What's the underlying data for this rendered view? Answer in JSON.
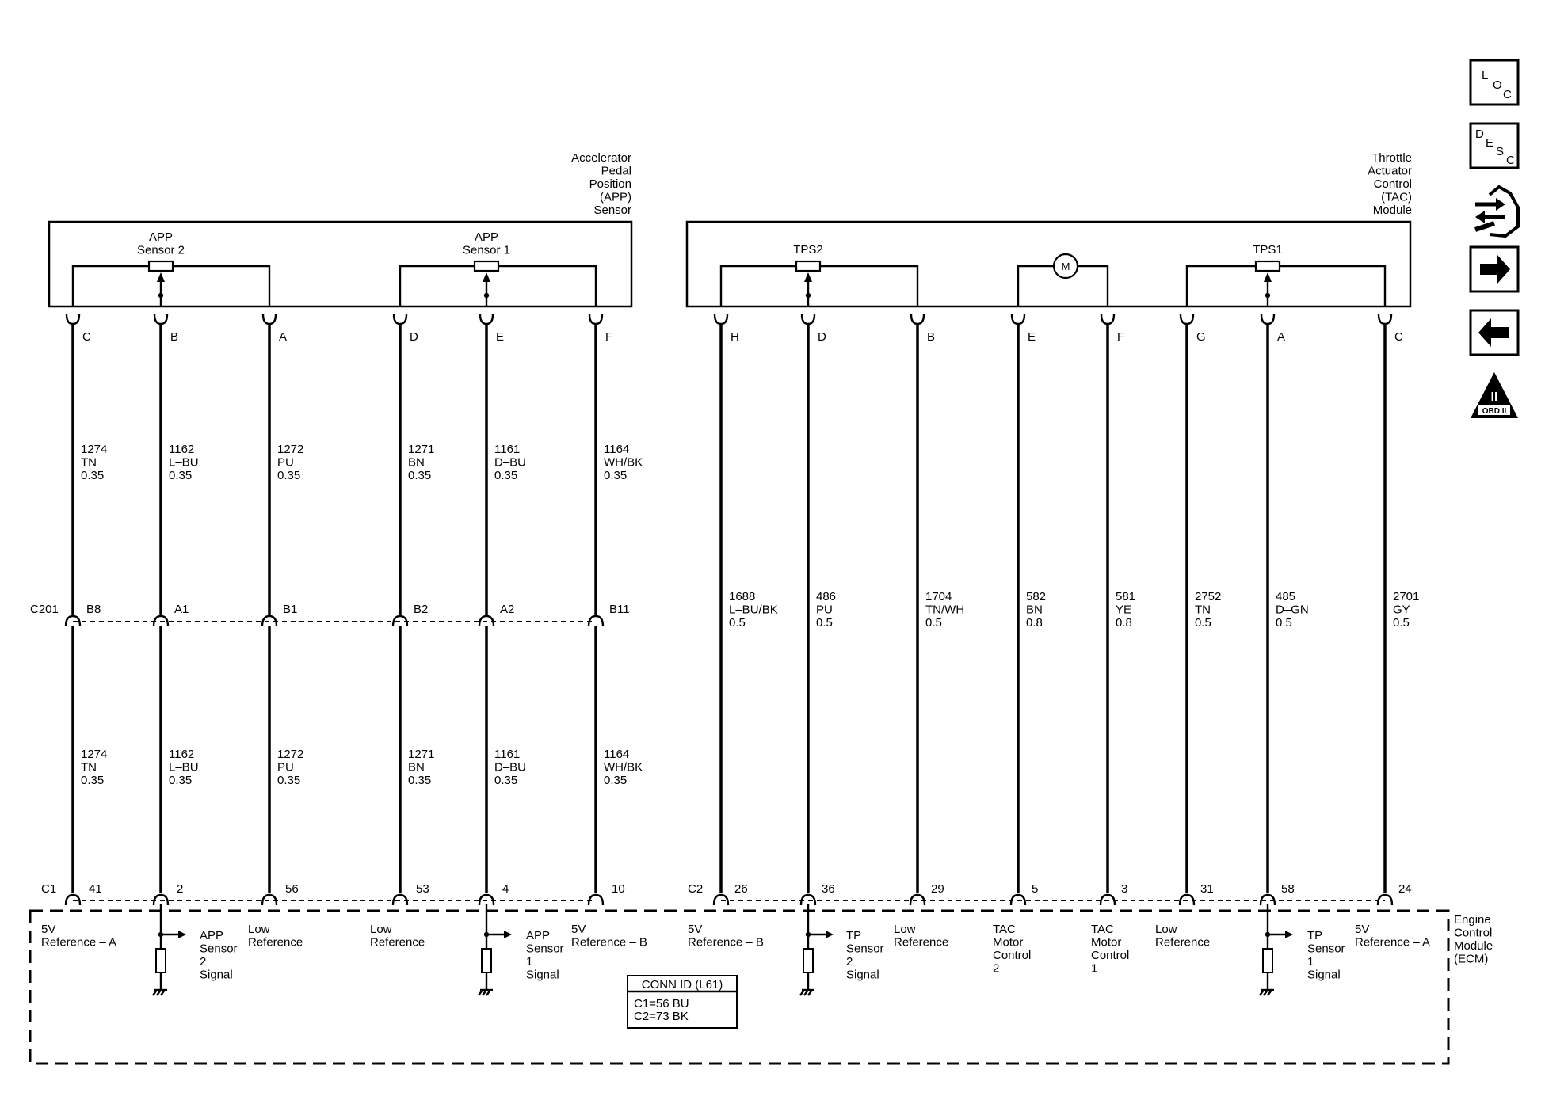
{
  "app_sensor": {
    "title": [
      "Accelerator",
      "Pedal",
      "Position",
      "(APP)",
      "Sensor"
    ],
    "sensor2": [
      "APP",
      "Sensor 2"
    ],
    "sensor1": [
      "APP",
      "Sensor 1"
    ],
    "pins": [
      "C",
      "B",
      "A",
      "D",
      "E",
      "F"
    ]
  },
  "tac_module": {
    "title": [
      "Throttle",
      "Actuator",
      "Control",
      "(TAC)",
      "Module"
    ],
    "tps2": "TPS2",
    "tps1": "TPS1",
    "motor": "M",
    "pins": [
      "H",
      "D",
      "B",
      "E",
      "F",
      "G",
      "A",
      "C"
    ]
  },
  "connector_c201": {
    "id": "C201",
    "pins": [
      "B8",
      "A1",
      "B1",
      "B2",
      "A2",
      "B11"
    ]
  },
  "wires_app_upper": [
    [
      "1274",
      "TN",
      "0.35"
    ],
    [
      "1162",
      "L–BU",
      "0.35"
    ],
    [
      "1272",
      "PU",
      "0.35"
    ],
    [
      "1271",
      "BN",
      "0.35"
    ],
    [
      "1161",
      "D–BU",
      "0.35"
    ],
    [
      "1164",
      "WH/BK",
      "0.35"
    ]
  ],
  "wires_app_lower": [
    [
      "1274",
      "TN",
      "0.35"
    ],
    [
      "1162",
      "L–BU",
      "0.35"
    ],
    [
      "1272",
      "PU",
      "0.35"
    ],
    [
      "1271",
      "BN",
      "0.35"
    ],
    [
      "1161",
      "D–BU",
      "0.35"
    ],
    [
      "1164",
      "WH/BK",
      "0.35"
    ]
  ],
  "wires_tac": [
    [
      "1688",
      "L–BU/BK",
      "0.5"
    ],
    [
      "486",
      "PU",
      "0.5"
    ],
    [
      "1704",
      "TN/WH",
      "0.5"
    ],
    [
      "582",
      "BN",
      "0.8"
    ],
    [
      "581",
      "YE",
      "0.8"
    ],
    [
      "2752",
      "TN",
      "0.5"
    ],
    [
      "485",
      "D–GN",
      "0.5"
    ],
    [
      "2701",
      "GY",
      "0.5"
    ]
  ],
  "ecm": {
    "title": [
      "Engine",
      "Control",
      "Module",
      "(ECM)"
    ],
    "c1": {
      "id": "C1",
      "pins": [
        "41",
        "2",
        "56",
        "53",
        "4",
        "10"
      ]
    },
    "c2": {
      "id": "C2",
      "pins": [
        "26",
        "36",
        "29",
        "5",
        "3",
        "31",
        "58",
        "24"
      ]
    },
    "circuits_c1": [
      [
        "5V",
        "Reference – A"
      ],
      [
        "APP",
        "Sensor",
        "2",
        "Signal"
      ],
      [
        "Low",
        "Reference"
      ],
      [
        "Low",
        "Reference"
      ],
      [
        "APP",
        "Sensor",
        "1",
        "Signal"
      ],
      [
        "5V",
        "Reference – B"
      ]
    ],
    "circuits_c2": [
      [
        "5V",
        "Reference – B"
      ],
      [
        "TP",
        "Sensor",
        "2",
        "Signal"
      ],
      [
        "Low",
        "Reference"
      ],
      [
        "TAC",
        "Motor",
        "Control",
        "2"
      ],
      [
        "TAC",
        "Motor",
        "Control",
        "1"
      ],
      [
        "Low",
        "Reference"
      ],
      [
        "TP",
        "Sensor",
        "1",
        "Signal"
      ],
      [
        "5V",
        "Reference – A"
      ]
    ],
    "conn_id": {
      "title": "CONN ID (L61)",
      "lines": [
        "C1=56 BU",
        "C2=73 BK"
      ]
    }
  },
  "nav": {
    "loc": [
      "L",
      "O",
      "C"
    ],
    "desc": [
      "D",
      "E",
      "S",
      "C"
    ],
    "obd": [
      "II",
      "OBD II"
    ]
  }
}
